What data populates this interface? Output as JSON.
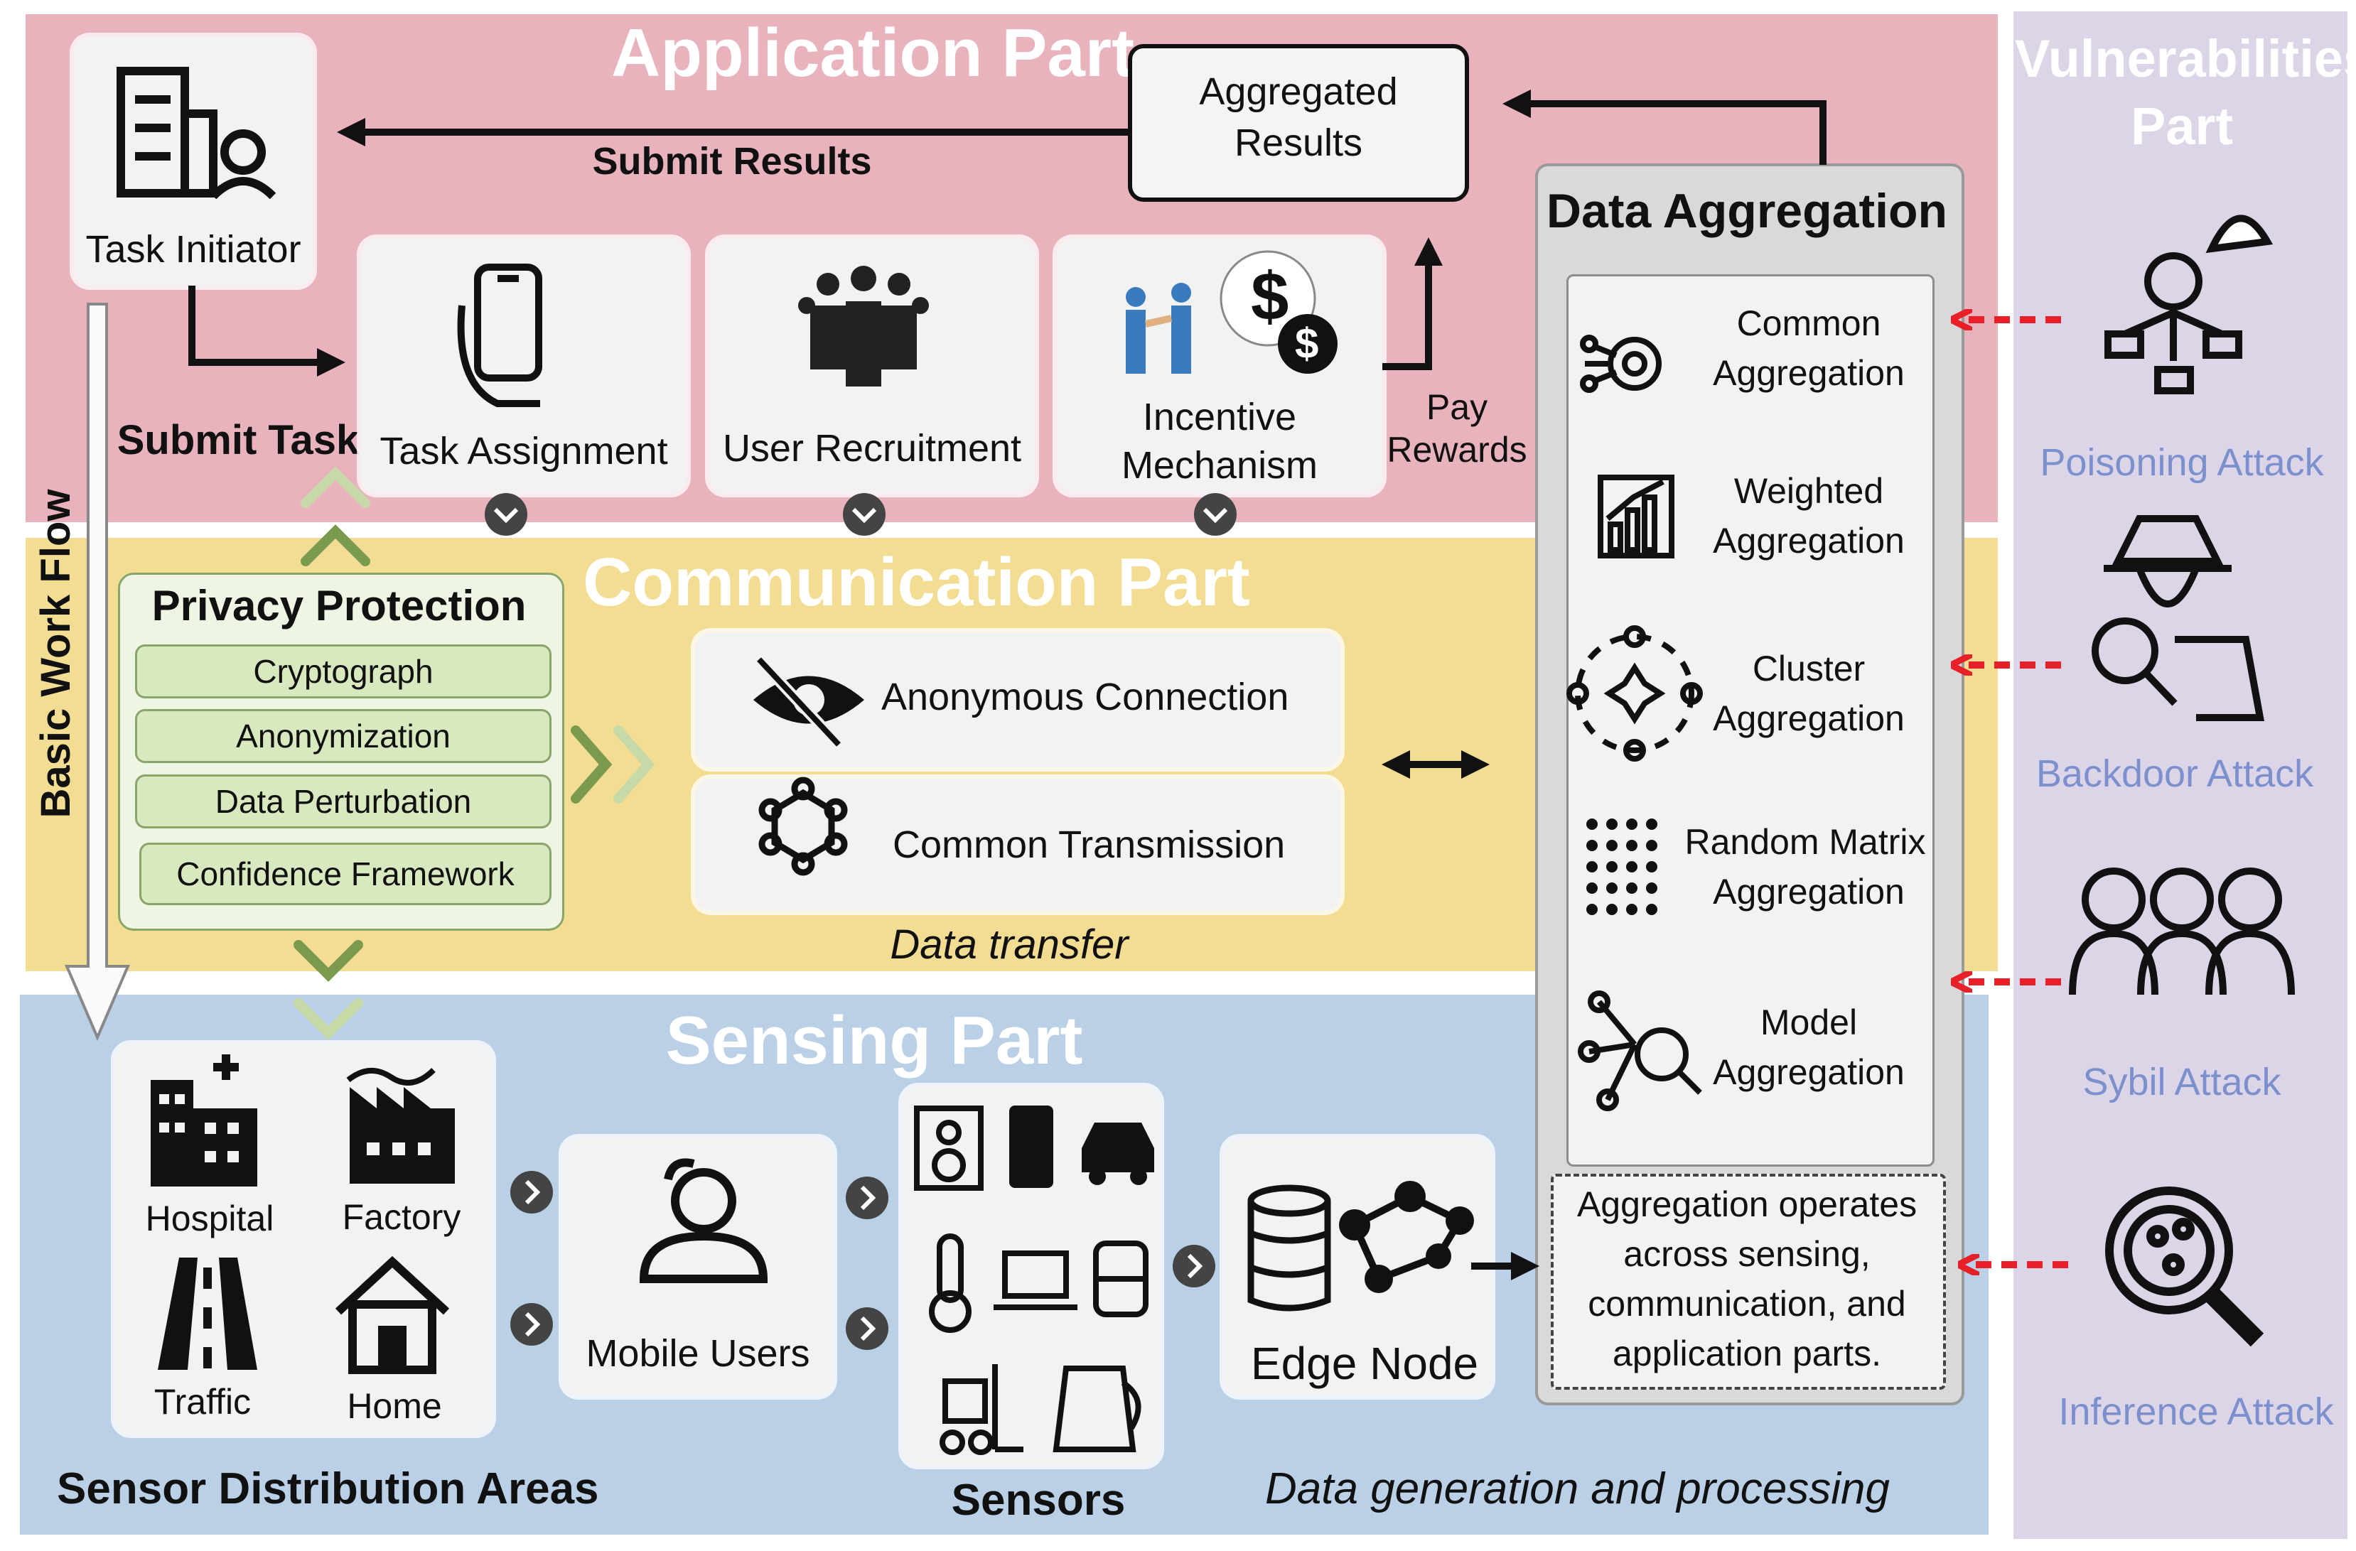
{
  "parts": {
    "application": "Application Part",
    "communication": "Communication Part",
    "sensing": "Sensing Part",
    "vulnerabilities": [
      "Vulnerabilities",
      "Part"
    ]
  },
  "application": {
    "task_initiator": "Task Initiator",
    "submit_results": "Submit Results",
    "aggregated_results": [
      "Aggregated",
      "Results"
    ],
    "submit_task": "Submit Task",
    "task_assignment": "Task Assignment",
    "user_recruitment": "User Recruitment",
    "incentive": [
      "Incentive",
      "Mechanism"
    ],
    "pay_rewards": [
      "Pay",
      "Rewards"
    ]
  },
  "flow_label": "Basic Work Flow",
  "privacy": {
    "title": "Privacy Protection",
    "items": [
      "Cryptograph",
      "Anonymization",
      "Data Perturbation",
      "Confidence Framework"
    ]
  },
  "communication": {
    "anonymous": "Anonymous Connection",
    "common": "Common Transmission",
    "data_transfer": "Data transfer"
  },
  "aggregation": {
    "title": "Data Aggregation",
    "items": [
      [
        "Common",
        "Aggregation"
      ],
      [
        "Weighted",
        "Aggregation"
      ],
      [
        "Cluster",
        "Aggregation"
      ],
      [
        "Random Matrix",
        "Aggregation"
      ],
      [
        "Model",
        "Aggregation"
      ]
    ],
    "note": [
      "Aggregation operates",
      "across sensing,",
      "communication, and",
      "application parts."
    ]
  },
  "sensing": {
    "areas": [
      "Hospital",
      "Factory",
      "Traffic",
      "Home"
    ],
    "sensor_areas_label": "Sensor Distribution Areas",
    "mobile_users": "Mobile Users",
    "sensors": "Sensors",
    "edge_node": "Edge Node",
    "data_generation": "Data generation and processing"
  },
  "attacks": [
    "Poisoning Attack",
    "Backdoor Attack",
    "Sybil Attack",
    "Inference Attack"
  ],
  "colors": {
    "application_bg": "#e9b3bd",
    "communication_bg": "#f2dd92",
    "sensing_bg": "#bad0e6",
    "vulnerabilities_bg": "#dcd5e8",
    "attack_text": "#7b90cc",
    "attack_arrow": "#e8202a",
    "privacy_green": "#7a9a4e"
  }
}
